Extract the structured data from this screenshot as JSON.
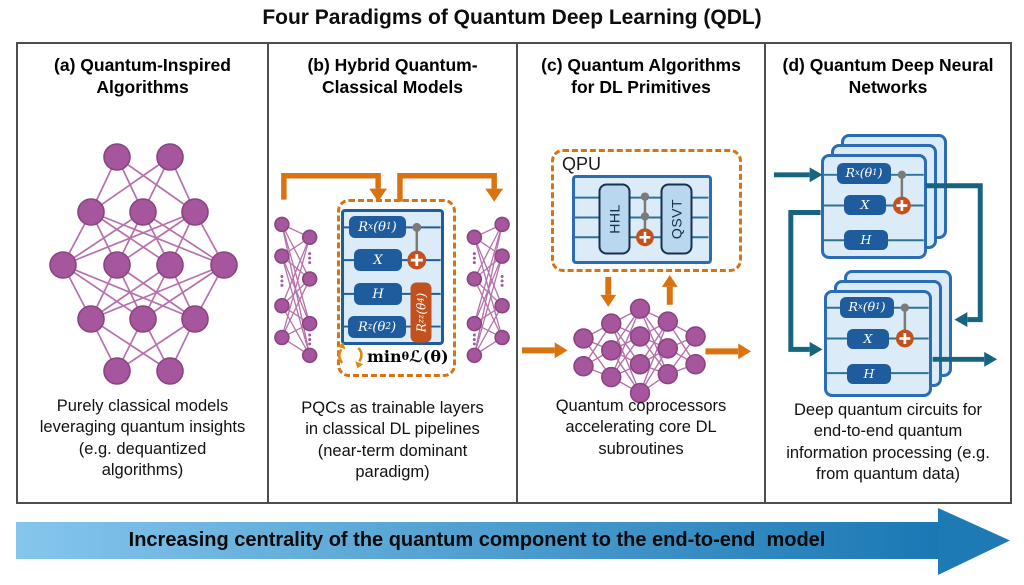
{
  "title": "Four Paradigms of Quantum Deep Learning (QDL)",
  "panels": {
    "a": {
      "header": [
        "(a) Quantum-Inspired",
        "Algorithms"
      ],
      "caption": [
        "Purely classical models",
        "leveraging quantum insights",
        "(e.g. dequantized",
        "algorithms)"
      ]
    },
    "b": {
      "header": [
        "(b) Hybrid Quantum-",
        "Classical Models"
      ],
      "caption": [
        "PQCs as trainable layers",
        "in classical DL pipelines",
        "(near-term dominant",
        "paradigm)"
      ],
      "formula": [
        [
          "n",
          "min"
        ],
        [
          "s",
          "θ"
        ],
        [
          "n",
          " ℒ(θ)"
        ]
      ]
    },
    "c": {
      "header": [
        "(c) Quantum Algorithms",
        "for DL Primitives"
      ],
      "caption": [
        "Quantum coprocessors",
        "accelerating core DL",
        "subroutines"
      ],
      "qpu_label": "QPU",
      "hhl_label": "HHL",
      "qsvt_label": "QSVT"
    },
    "d": {
      "header": [
        "(d) Quantum Deep Neural",
        "Networks"
      ],
      "caption": [
        "Deep quantum circuits for",
        "end-to-end quantum",
        "information processing (e.g.",
        "from quantum data)"
      ]
    }
  },
  "gates": {
    "rx": [
      [
        "n",
        "R"
      ],
      [
        "s",
        "x"
      ],
      [
        "n",
        "(θ"
      ],
      [
        "s",
        "1"
      ],
      [
        "n",
        ")"
      ]
    ],
    "x": [
      [
        "n",
        "X"
      ]
    ],
    "h": [
      [
        "n",
        "H"
      ]
    ],
    "rz": [
      [
        "n",
        "R"
      ],
      [
        "s",
        "z"
      ],
      [
        "n",
        "(θ"
      ],
      [
        "s",
        "2"
      ],
      [
        "n",
        ")"
      ]
    ],
    "rzz": [
      [
        "n",
        "R"
      ],
      [
        "s",
        "zz"
      ],
      [
        "n",
        "(θ"
      ],
      [
        "s",
        "4"
      ],
      [
        "n",
        ")"
      ]
    ]
  },
  "bottom_arrow_label": "Increasing centrality of the quantum component to the end-to-end  model",
  "colors": {
    "accent_orange": "#d9730f",
    "cnot_orange": "#c2511d",
    "gate_blue": "#1f5c9d",
    "card_border_blue": "#2a6db4",
    "card_fill": "#dcebf8",
    "node_purple": "#a6569c",
    "edge_purple": "#b671ab",
    "teal_arrow": "#17647f",
    "gradient_left": "#85c6ec",
    "gradient_right": "#1b78b4"
  }
}
